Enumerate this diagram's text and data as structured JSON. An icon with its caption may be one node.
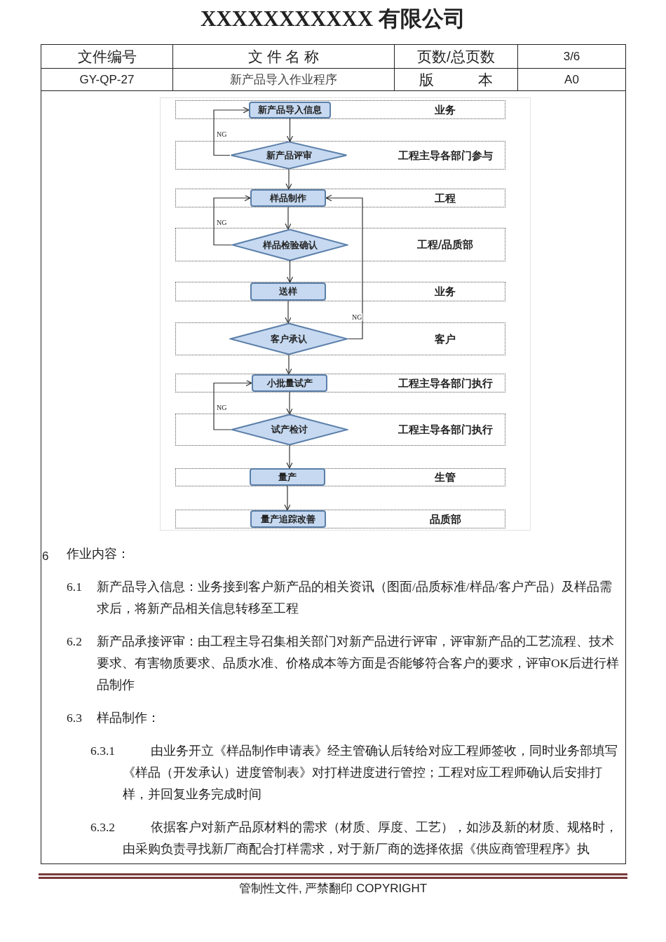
{
  "diagram": {
    "title": "XXXXXXXXXXX 有限公司",
    "nodes": [
      {
        "text": [
          "业务"
        ]
      },
      {
        "text": [
          "新产品导入信息"
        ],
        "in": 0
      },
      {
        "text": [
          "工程主导各部门参与"
        ]
      },
      {
        "text": [
          "新产品评审"
        ],
        "in": 2
      },
      {
        "text": [
          "工程"
        ]
      },
      {
        "text": [
          "样品制作"
        ],
        "in": 4
      },
      {
        "text": [
          "工程/品质部"
        ]
      },
      {
        "text": [
          "样品检验确认"
        ],
        "in": 6
      },
      {
        "text": [
          "业务"
        ]
      },
      {
        "text": [
          "送样"
        ],
        "in": 8
      },
      {
        "text": [
          "客户"
        ]
      },
      {
        "text": [
          "客户承认"
        ],
        "in": 10
      },
      {
        "text": [
          "工程主导各部门执行"
        ]
      },
      {
        "text": [
          "小批量试产"
        ],
        "in": 12
      },
      {
        "text": [
          "工程主导各部门执行"
        ]
      },
      {
        "text": [
          "试产检讨"
        ],
        "in": 14
      },
      {
        "text": [
          "生管"
        ]
      },
      {
        "text": [
          "量产"
        ],
        "in": 16
      },
      {
        "text": [
          "品质部"
        ]
      },
      {
        "text": [
          "量产追踪改善"
        ],
        "in": 18
      }
    ],
    "edges": [
      {
        "from": 1,
        "to": 3,
        "arrow": "to"
      },
      {
        "from": 3,
        "to": 1,
        "arrow": "to",
        "label": "NG"
      },
      {
        "from": 3,
        "to": 5,
        "arrow": "to"
      },
      {
        "from": 5,
        "to": 7,
        "arrow": "to"
      },
      {
        "from": 7,
        "to": 5,
        "arrow": "to",
        "label": "NG"
      },
      {
        "from": 7,
        "to": 9,
        "arrow": "to"
      },
      {
        "from": 9,
        "to": 11,
        "arrow": "to"
      },
      {
        "from": 11,
        "to": 5,
        "arrow": "to",
        "label": "NG"
      },
      {
        "from": 11,
        "to": 13,
        "arrow": "to"
      },
      {
        "from": 13,
        "to": 15,
        "arrow": "to"
      },
      {
        "from": 15,
        "to": 13,
        "arrow": "to",
        "label": "NG"
      },
      {
        "from": 15,
        "to": 17,
        "arrow": "to"
      },
      {
        "from": 17,
        "to": 19,
        "arrow": "to"
      }
    ],
    "labels": [
      "文件编号",
      "文 件 名 称",
      "页数/总页数",
      "3/6",
      "GY-QP-27",
      "新产品导入作业程序",
      "版　　　本",
      "A0",
      "6",
      "作业内容：",
      "6.1",
      "新产品导入信息：业务接到客户新产品的相关资讯（图面/品质标准/样品/客户产品）及样品需求后，将新产品相关信息转移至工程",
      "6.2",
      "新产品承接评审：由工程主导召集相关部门对新产品进行评审，评审新产品的工艺流程、技术要求、有害物质要求、品质水准、价格成本等方面是否能够符合客户的要求，评审OK后进行样品制作",
      "6.3",
      "样品制作：",
      "6.3.1",
      "由业务开立《样品制作申请表》经主管确认后转给对应工程师签收，同时业务部填写《样品（开发承认）进度管制表》对打样进度进行管控；工程对应工程师确认后安排打样，并回复业务完成时间",
      "6.3.2",
      "依据客户对新产品原材料的需求（材质、厚度、工艺），如涉及新的材质、规格时，由采购负责寻找新厂商配合打样需求，对于新厂商的选择依据《供应商管理程序》执",
      "管制性文件, 严禁翻印 COPYRIGHT"
    ]
  }
}
